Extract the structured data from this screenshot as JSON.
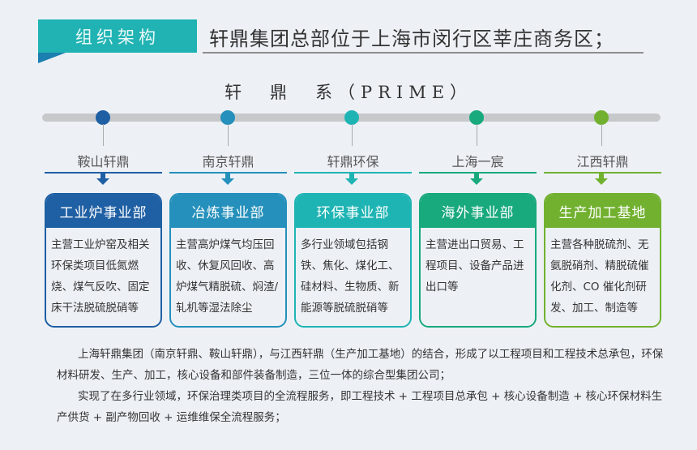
{
  "header": {
    "tab_label": "组织架构",
    "headline": "轩鼎集团总部位于上海市闵行区莘庄商务区；",
    "tab_color": "#21b3b3"
  },
  "diagram": {
    "title": "轩　鼎　系（PRIME）",
    "nodes": [
      {
        "company": "鞍山轩鼎",
        "division": "工业炉事业部",
        "description": "主营工业炉窑及相关环保类项目低氮燃烧、煤气反吹、固定床干法脱硫脱硝等",
        "color": "#1f5fa3"
      },
      {
        "company": "南京轩鼎",
        "division": "冶炼事业部",
        "description": "主营高炉煤气均压回收、休复风回收、高炉煤气精脱硫、焖渣/轧机等湿法除尘",
        "color": "#2590bb"
      },
      {
        "company": "轩鼎环保",
        "division": "环保事业部",
        "description": "多行业领域包括钢铁、焦化、煤化工、硅材料、生物质、新能源等脱硫脱硝等",
        "color": "#1fb4b4"
      },
      {
        "company": "上海一宸",
        "division": "海外事业部",
        "description": "主营进出口贸易、工程项目、设备产品进出口等",
        "color": "#18a97c"
      },
      {
        "company": "江西轩鼎",
        "division": "生产加工基地",
        "description": "主营各种脱硫剂、无氨脱硝剂、精脱硫催化剂、CO 催化剂研发、加工、制造等",
        "color": "#72b130"
      }
    ]
  },
  "summary": {
    "paragraph1": "上海轩鼎集团（南京轩鼎、鞍山轩鼎），与江西轩鼎（生产加工基地）的结合，形成了以工程项目和工程技术总承包，环保材料研发、生产、加工，核心设备和部件装备制造，三位一体的综合型集团公司；",
    "paragraph2": "实现了在多行业领域，环保治理类项目的全流程服务，即工程技术 + 工程项目总承包 + 核心设备制造 + 核心环保材料生产供货 + 副产物回收 + 运维维保全流程服务；"
  }
}
